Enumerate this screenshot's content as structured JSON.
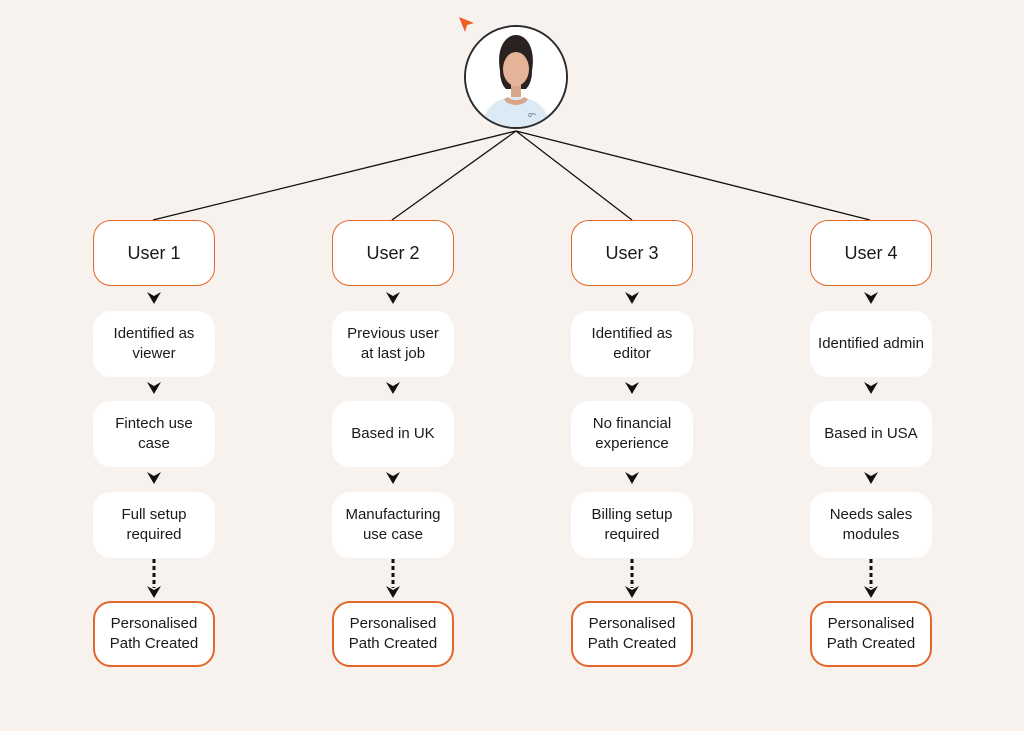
{
  "diagram": {
    "colors": {
      "background": "#f8f2ef",
      "accent": "#e2672b",
      "box_fill": "#ffffff",
      "text": "#1a1a1a",
      "line": "#111111"
    },
    "avatar": {
      "icon": "person-avatar-icon"
    },
    "cursor": {
      "icon": "orange-cursor-icon"
    },
    "columns": [
      {
        "user": "User 1",
        "steps": [
          "Identified as viewer",
          "Fintech use case",
          "Full setup required"
        ],
        "result": "Personalised Path Created"
      },
      {
        "user": "User 2",
        "steps": [
          "Previous user at last job",
          "Based in UK",
          "Manufacturing use case"
        ],
        "result": "Personalised Path Created"
      },
      {
        "user": "User 3",
        "steps": [
          "Identified as editor",
          "No financial experience",
          "Billing setup required"
        ],
        "result": "Personalised Path Created"
      },
      {
        "user": "User 4",
        "steps": [
          "Identified admin",
          "Based in USA",
          "Needs sales modules"
        ],
        "result": "Personalised Path Created"
      }
    ]
  }
}
